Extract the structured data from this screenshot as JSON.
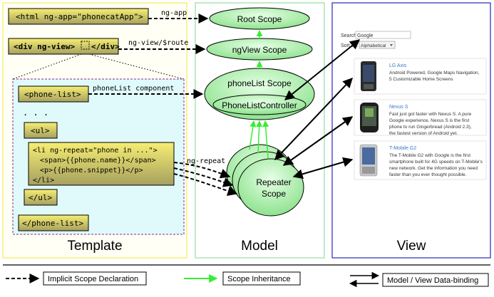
{
  "template": {
    "title": "Template",
    "html_tag": "<html ng-app=\"phonecatApp\">",
    "div_tag": "<div ng-view>",
    "div_close": "</div>",
    "phone_list_open": "<phone-list>",
    "ellipsis": ". . .",
    "ul_open": "<ul>",
    "li_line1": "<li ng-repeat=\"phone in ...\">",
    "li_line2": "<span>{{phone.name}}</span>",
    "li_line3": "<p>{{phone.snippet}}</p>",
    "li_line4": "</li>",
    "ul_close": "</ul>",
    "phone_list_close": "</phone-list>"
  },
  "connectors": {
    "ng_app": "ng-app",
    "ng_view_route": "ng-view/$route",
    "phone_list_component": "phoneList component",
    "ng_repeat": "ng-repeat"
  },
  "model": {
    "title": "Model",
    "root_scope": "Root Scope",
    "ngview_scope": "ngView Scope",
    "phonelist_scope": "phoneList Scope",
    "controller": "PhoneListController",
    "repeater_line1": "Repeater",
    "repeater_line2": "Scope"
  },
  "view": {
    "title": "View",
    "search_label": "Search:",
    "search_value": "Google",
    "sort_label": "Sort by:",
    "sort_value": "Alphabetical",
    "phones": [
      {
        "name": "LG Axis",
        "snippet_lines": [
          "Android Powered, Google Maps Navigation,",
          "5 Customizable Home Screens"
        ]
      },
      {
        "name": "Nexus S",
        "snippet_lines": [
          "Fast just got faster with Nexus S. A pure",
          "Google experience, Nexus S is the first",
          "phone to run Gingerbread (Android 2.3),",
          "the fastest version of Android yet."
        ]
      },
      {
        "name": "T-Mobile G2",
        "snippet_lines": [
          "The T-Mobile G2 with Google is the first",
          "smartphone built for 4G speeds on T-Mobile's",
          "new network. Get the information you need",
          "faster than you ever thought possible."
        ]
      }
    ]
  },
  "legend": {
    "implicit": "Implicit Scope Declaration",
    "inheritance": "Scope Inheritance",
    "binding": "Model / View Data-binding"
  },
  "colors": {
    "template_border": "#f5f07a",
    "template_bg": "#fffff5",
    "inner_bg": "#e0fafc",
    "inner_border": "#8a2a8a",
    "model_border": "#a8e6b4",
    "view_border": "#5050c8",
    "scope_fill": "#a8eea8",
    "inherit_green": "#33ee33"
  }
}
